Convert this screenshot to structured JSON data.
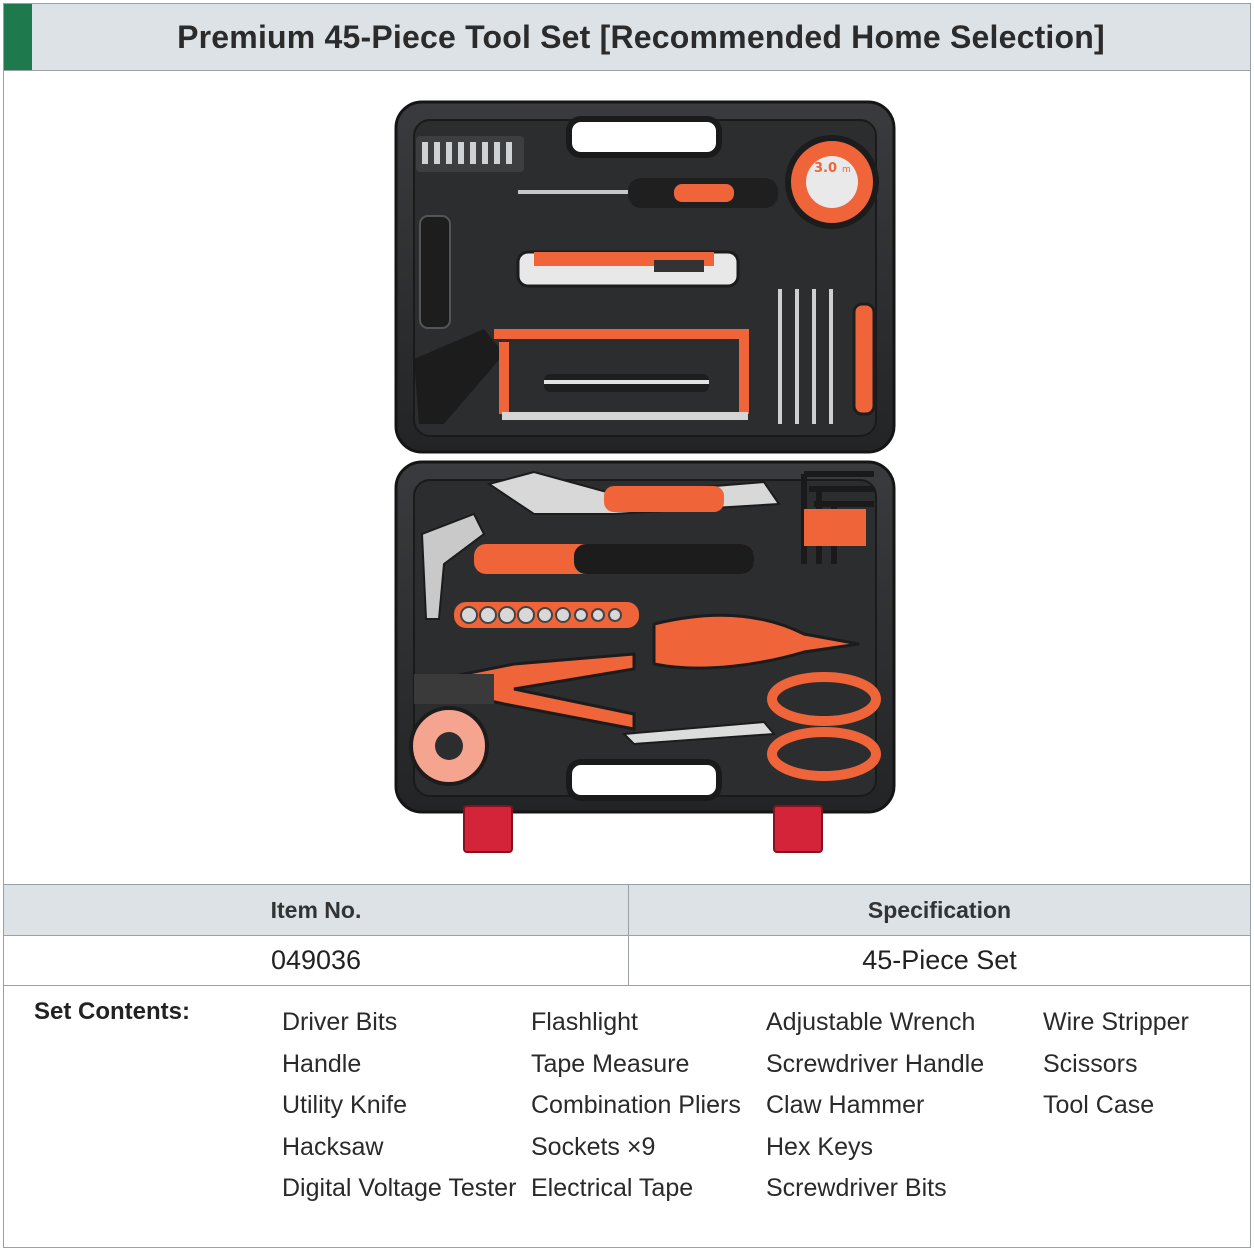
{
  "header": {
    "title": "Premium 45-Piece Tool Set [Recommended Home Selection]",
    "accent_color": "#1e7a4c"
  },
  "product_image": {
    "subject": "tool-case-open",
    "tape_measure_label": "3.0",
    "tape_measure_unit": "m"
  },
  "spec_table": {
    "headers": {
      "item_no": "Item No.",
      "specification": "Specification"
    },
    "values": {
      "item_no": "049036",
      "specification": "45-Piece Set"
    }
  },
  "contents": {
    "label": "Set Contents:",
    "columns": [
      [
        "Driver Bits",
        "Handle",
        "Utility Knife",
        "Hacksaw",
        "Digital Voltage Tester"
      ],
      [
        "Flashlight",
        "Tape Measure",
        "Combination Pliers",
        "Sockets ×9",
        "Electrical Tape"
      ],
      [
        "Adjustable Wrench",
        "Screwdriver Handle",
        "Claw Hammer",
        "Hex Keys",
        "Screwdriver Bits"
      ],
      [
        "Wire Stripper",
        "Scissors",
        "Tool Case"
      ]
    ]
  },
  "colors": {
    "header_bg": "#dde2e7",
    "tool_orange": "#f0643a",
    "case_dark": "#2e2f31"
  }
}
